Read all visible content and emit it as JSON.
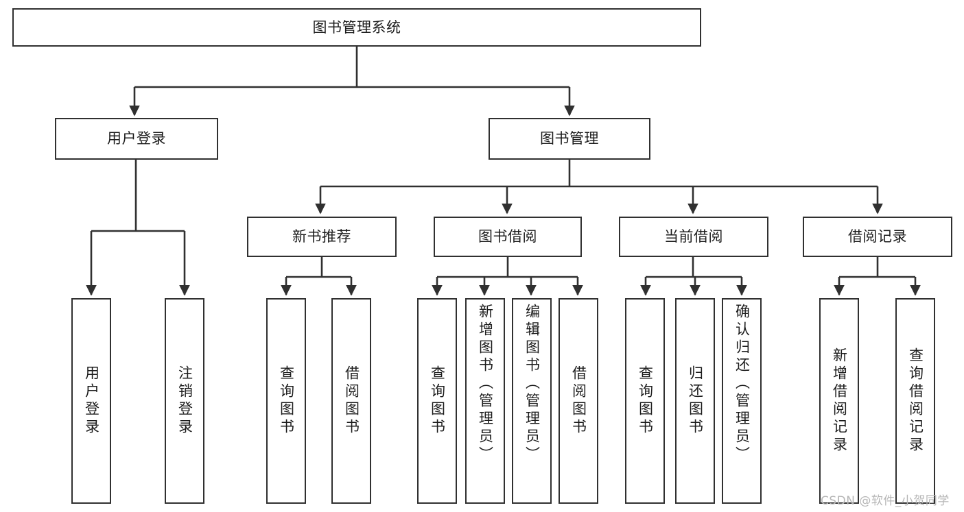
{
  "diagram": {
    "title": "图书管理系统",
    "type": "tree-hierarchy-chart",
    "stroke_color": "#303030",
    "background_color": "#ffffff",
    "watermark": "CSDN @软件_小贺同学"
  },
  "nodes": {
    "root": {
      "label": "图书管理系统"
    },
    "level2": [
      {
        "id": "user-login",
        "label": "用户登录"
      },
      {
        "id": "book-management",
        "label": "图书管理"
      }
    ],
    "level3": [
      {
        "id": "new-book-recommend",
        "label": "新书推荐"
      },
      {
        "id": "book-borrow",
        "label": "图书借阅"
      },
      {
        "id": "current-borrow",
        "label": "当前借阅"
      },
      {
        "id": "borrow-record",
        "label": "借阅记录"
      }
    ],
    "leaves": {
      "user_login": [
        {
          "id": "leaf-user-login",
          "label": "用户登录"
        },
        {
          "id": "leaf-logout-login",
          "label": "注销登录"
        }
      ],
      "new_book_recommend": [
        {
          "id": "leaf-query-book-1",
          "label": "查询图书"
        },
        {
          "id": "leaf-borrow-book-1",
          "label": "借阅图书"
        }
      ],
      "book_borrow": [
        {
          "id": "leaf-query-book-2",
          "label": "查询图书"
        },
        {
          "id": "leaf-add-book",
          "label": "新增图书（管理员）"
        },
        {
          "id": "leaf-edit-book",
          "label": "编辑图书（管理员）"
        },
        {
          "id": "leaf-borrow-book-2",
          "label": "借阅图书"
        }
      ],
      "current_borrow": [
        {
          "id": "leaf-query-book-3",
          "label": "查询图书"
        },
        {
          "id": "leaf-return-book",
          "label": "归还图书"
        },
        {
          "id": "leaf-confirm-return",
          "label": "确认归还（管理员）"
        }
      ],
      "borrow_record": [
        {
          "id": "leaf-add-record",
          "label": "新增借阅记录"
        },
        {
          "id": "leaf-query-record",
          "label": "查询借阅记录"
        }
      ]
    }
  },
  "chart_data": {
    "type": "table",
    "title": "图书管理系统 功能结构图",
    "hierarchy": {
      "name": "图书管理系统",
      "children": [
        {
          "name": "用户登录",
          "children": [
            {
              "name": "用户登录"
            },
            {
              "name": "注销登录"
            }
          ]
        },
        {
          "name": "图书管理",
          "children": [
            {
              "name": "新书推荐",
              "children": [
                {
                  "name": "查询图书"
                },
                {
                  "name": "借阅图书"
                }
              ]
            },
            {
              "name": "图书借阅",
              "children": [
                {
                  "name": "查询图书"
                },
                {
                  "name": "新增图书（管理员）"
                },
                {
                  "name": "编辑图书（管理员）"
                },
                {
                  "name": "借阅图书"
                }
              ]
            },
            {
              "name": "当前借阅",
              "children": [
                {
                  "name": "查询图书"
                },
                {
                  "name": "归还图书"
                },
                {
                  "name": "确认归还（管理员）"
                }
              ]
            },
            {
              "name": "借阅记录",
              "children": [
                {
                  "name": "新增借阅记录"
                },
                {
                  "name": "查询借阅记录"
                }
              ]
            }
          ]
        }
      ]
    }
  }
}
